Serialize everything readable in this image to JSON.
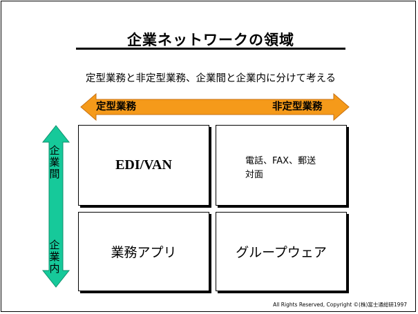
{
  "title": "企業ネットワークの領域",
  "subtitle": "定型業務と非定型業務、企業間と企業内に分けて考える",
  "horizontal_axis": {
    "left_label": "定型業務",
    "right_label": "非定型業務",
    "color": "#f59a1a"
  },
  "vertical_axis": {
    "top_label_chars": [
      "企",
      "業",
      "間"
    ],
    "bottom_label_chars": [
      "企",
      "業",
      "内"
    ],
    "color": "#16c99a"
  },
  "quadrants": {
    "top_left": "EDI/VAN",
    "top_right_line1": "電話、FAX、郵送",
    "top_right_line2": "対面",
    "bottom_left": "業務アプリ",
    "bottom_right": "グループウェア"
  },
  "footer": "All Rights Reserved, Copyright ©(株)富士通総研1997"
}
